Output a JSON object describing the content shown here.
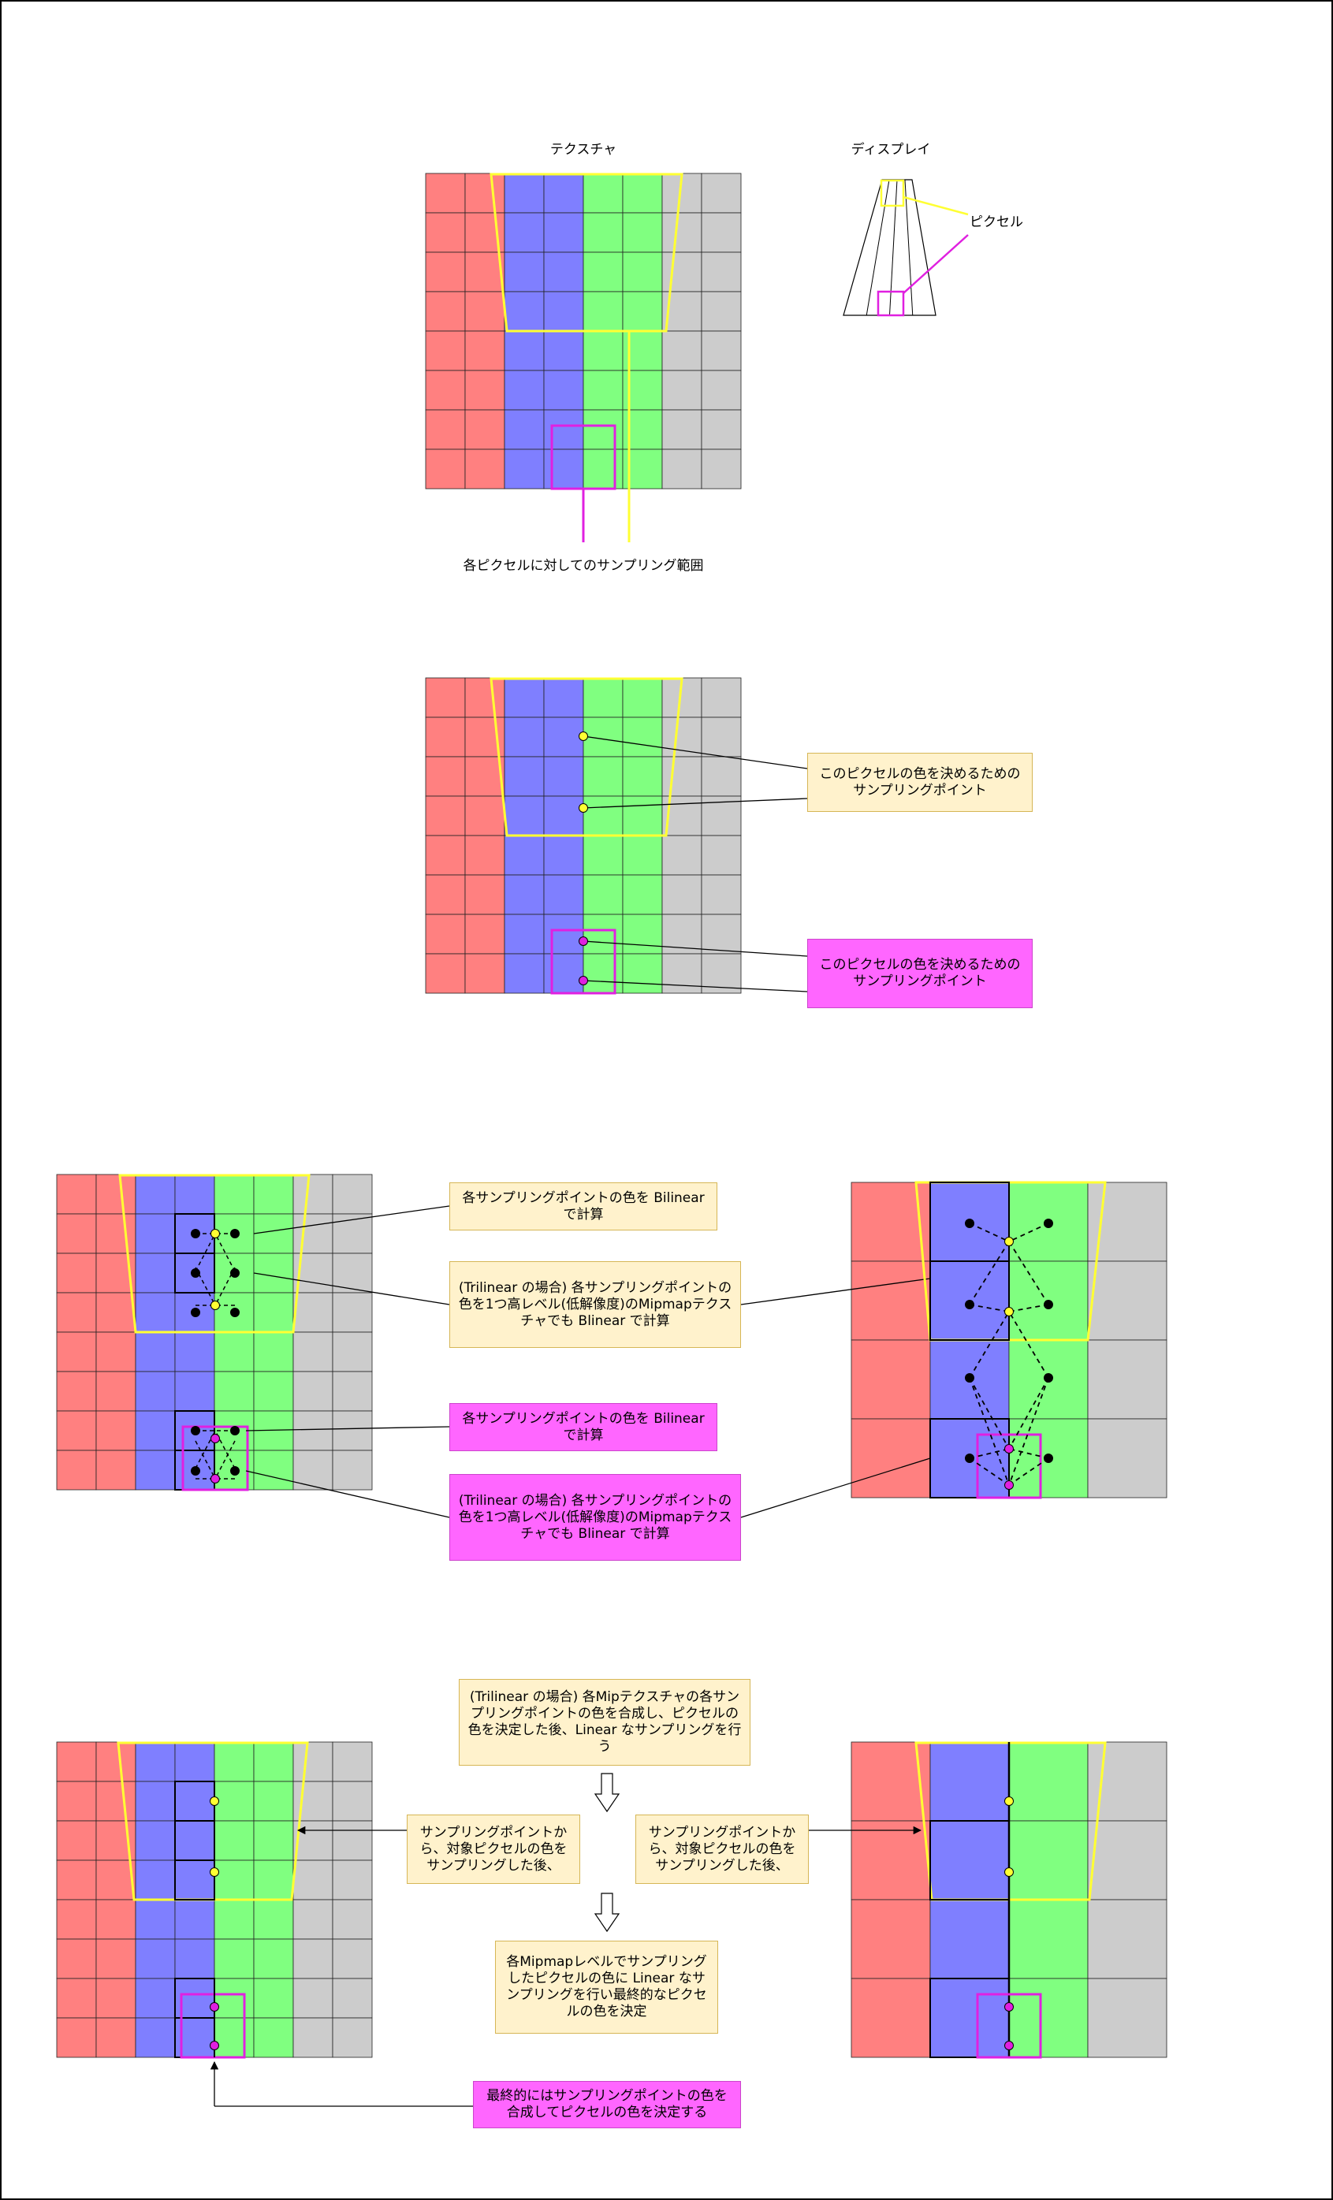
{
  "labels": {
    "texture": "テクスチャ",
    "display": "ディスプレイ",
    "pixel": "ピクセル",
    "sampling_range": "各ピクセルに対してのサンプリング範囲"
  },
  "notes": {
    "sample_point_yellow": "このピクセルの色を決めるためのサンプリングポイント",
    "sample_point_pink": "このピクセルの色を決めるためのサンプリングポイント",
    "bilinear_yellow": "各サンプリングポイントの色を Bilinear で計算",
    "trilinear_yellow": "(Trilinear の場合) 各サンプリングポイントの色を1つ高レベル(低解像度)のMipmapテクスチャでも Blinear で計算",
    "bilinear_pink": "各サンプリングポイントの色を Bilinear で計算",
    "trilinear_pink": "(Trilinear の場合) 各サンプリングポイントの色を1つ高レベル(低解像度)のMipmapテクスチャでも Blinear で計算",
    "trilinear_merge": "(Trilinear の場合) 各Mipテクスチャの各サンプリングポイントの色を合成し、ピクセルの色を決定した後、Linear なサンプリングを行う",
    "after_sampling_left": "サンプリングポイントから、対象ピクセルの色をサンプリングした後、",
    "after_sampling_right": "サンプリングポイントから、対象ピクセルの色をサンプリングした後、",
    "final_linear": "各Mipmapレベルでサンプリングしたピクセルの色に Linear なサンプリングを行い最終的なピクセルの色を決定",
    "final_blend": "最終的にはサンプリングポイントの色を合成してピクセルの色を決定する"
  },
  "colors": {
    "red": "#ff8080",
    "blue": "#7f7fff",
    "green": "#80ff80",
    "gray": "#cccccc",
    "yellow": "#ffff33",
    "magenta": "#e020e0",
    "cream": "#fff2cc",
    "pink": "#ff66ff"
  },
  "texture_columns": [
    "red",
    "red",
    "blue",
    "blue",
    "green",
    "green",
    "gray",
    "gray"
  ],
  "mip_columns": [
    "red",
    "blue",
    "green",
    "gray"
  ]
}
